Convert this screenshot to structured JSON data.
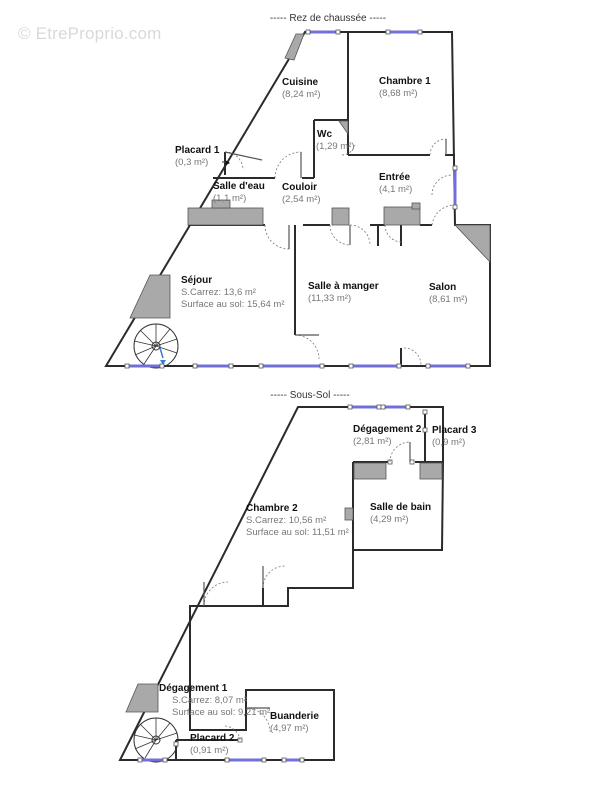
{
  "watermark": "© EtreProprio.com",
  "levels": [
    {
      "title": "----- Rez de chaussée -----",
      "rooms": [
        {
          "name": "Cuisine",
          "lines": [
            "(8,24 m²)"
          ]
        },
        {
          "name": "Chambre 1",
          "lines": [
            "(8,68 m²)"
          ]
        },
        {
          "name": "Wc",
          "lines": [
            "(1,29 m²)"
          ]
        },
        {
          "name": "Placard 1",
          "lines": [
            "(0,3 m²)"
          ]
        },
        {
          "name": "Entrée",
          "lines": [
            "(4,1 m²)"
          ]
        },
        {
          "name": "Salle d'eau",
          "lines": [
            "(1,1 m²)"
          ]
        },
        {
          "name": "Couloir",
          "lines": [
            "(2,54 m²)"
          ]
        },
        {
          "name": "Séjour",
          "lines": [
            "S.Carrez: 13,6 m²",
            "Surface au sol: 15,64 m²"
          ]
        },
        {
          "name": "Salle à manger",
          "lines": [
            "(11,33 m²)"
          ]
        },
        {
          "name": "Salon",
          "lines": [
            "(8,61 m²)"
          ]
        }
      ]
    },
    {
      "title": "----- Sous-Sol -----",
      "rooms": [
        {
          "name": "Dégagement 2",
          "lines": [
            "(2,81 m²)"
          ]
        },
        {
          "name": "Placard 3",
          "lines": [
            "(0,9 m²)"
          ]
        },
        {
          "name": "Salle de bain",
          "lines": [
            "(4,29 m²)"
          ]
        },
        {
          "name": "Chambre 2",
          "lines": [
            "S.Carrez: 10,56 m²",
            "Surface au sol: 11,51 m²"
          ]
        },
        {
          "name": "Dégagement 1",
          "lines": [
            "S.Carrez: 8,07 m²",
            "Surface au sol: 9,21 m²"
          ]
        },
        {
          "name": "Buanderie",
          "lines": [
            "(4,97 m²)"
          ]
        },
        {
          "name": "Placard 2",
          "lines": [
            "(0,91 m²)"
          ]
        }
      ]
    }
  ]
}
